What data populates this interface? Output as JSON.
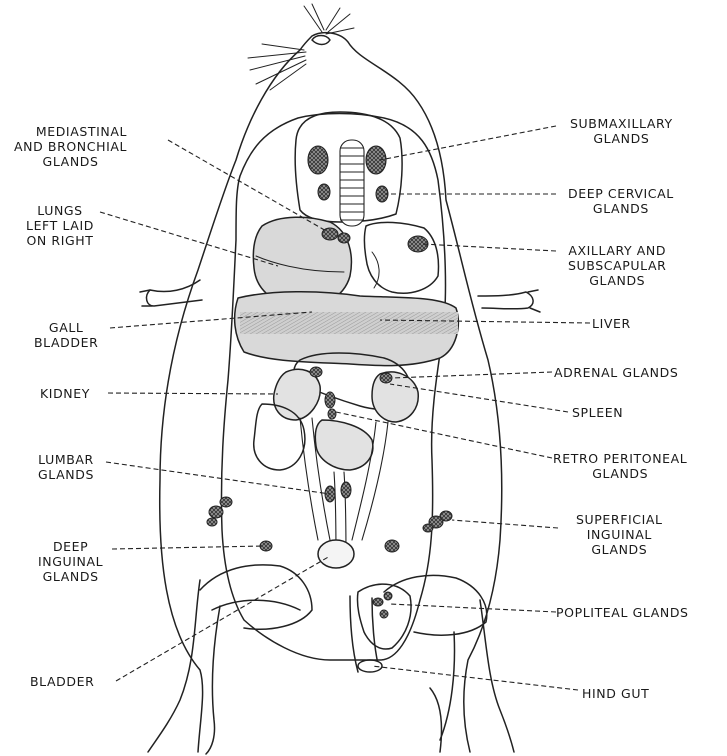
{
  "labels": {
    "mediastinal": [
      "MEDIASTINAL",
      "AND BRONCHIAL",
      "GLANDS"
    ],
    "lungs": [
      "LUNGS",
      "LEFT LAID",
      "ON RIGHT"
    ],
    "gall": [
      "GALL",
      "BLADDER"
    ],
    "kidney": [
      "KIDNEY"
    ],
    "lumbar": [
      "LUMBAR",
      "GLANDS"
    ],
    "deep_inguinal": [
      "DEEP",
      "INGUINAL",
      "GLANDS"
    ],
    "bladder": [
      "BLADDER"
    ],
    "submaxillary": [
      "SUBMAXILLARY",
      "GLANDS"
    ],
    "deep_cervical": [
      "DEEP CERVICAL",
      "GLANDS"
    ],
    "axillary": [
      "AXILLARY AND",
      "SUBSCAPULAR",
      "GLANDS"
    ],
    "liver": [
      "LIVER"
    ],
    "adrenal": [
      "ADRENAL GLANDS"
    ],
    "spleen": [
      "SPLEEN"
    ],
    "retro": [
      "RETRO PERITONEAL",
      "GLANDS"
    ],
    "superficial_inguinal": [
      "SUPERFICIAL",
      "INGUINAL",
      "GLANDS"
    ],
    "popliteal": [
      "POPLITEAL GLANDS"
    ],
    "hind_gut": [
      "HIND GUT"
    ]
  },
  "colors": {
    "ink": "#1a1a1a",
    "organ_fill": "#d9d9d9",
    "gland_fill": "#8a8a8a"
  }
}
